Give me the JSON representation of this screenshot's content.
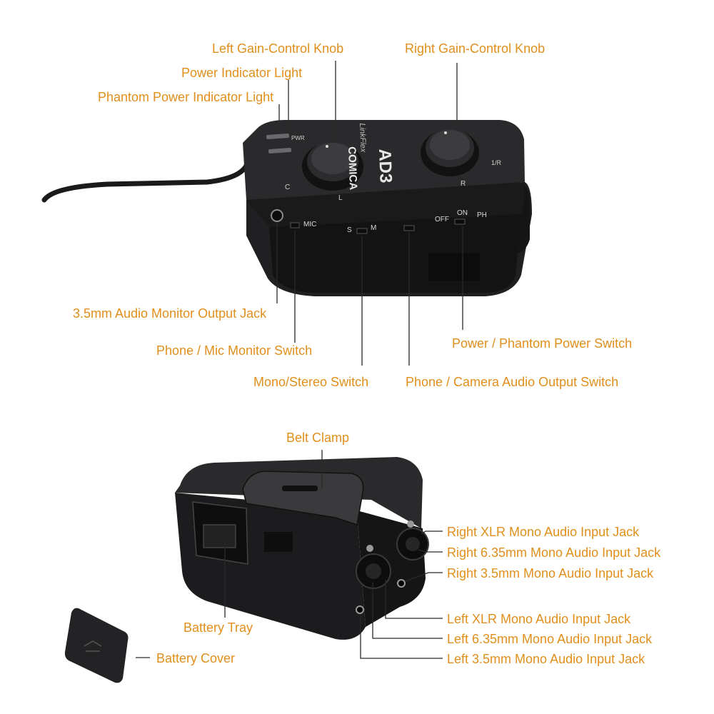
{
  "colors": {
    "label": "#e08f1c",
    "leader": "#2a2a2a",
    "device": "#1c1c1e",
    "device_edge": "#3a3a3c"
  },
  "device": {
    "brand": "COMICA",
    "model": "AD3",
    "series": "LinkFlex"
  },
  "controls": {
    "knob_left": "L",
    "knob_right": "R",
    "left_mark": "C",
    "right_mark": "1/R",
    "mic": "MIC",
    "s": "S",
    "m": "M",
    "off": "OFF",
    "on": "ON",
    "ph": "PH",
    "pwr": "PWR"
  },
  "top_labels": {
    "left_gain": "Left Gain-Control Knob",
    "right_gain": "Right Gain-Control Knob",
    "power_light": "Power Indicator Light",
    "phantom_light": "Phantom Power Indicator Light",
    "monitor_jack": "3.5mm Audio Monitor Output Jack",
    "phone_mic_switch": "Phone / Mic Monitor Switch",
    "mono_stereo": "Mono/Stereo Switch",
    "power_switch": "Power / Phantom Power Switch",
    "output_switch": "Phone / Camera Audio Output Switch"
  },
  "bottom_labels": {
    "belt_clamp": "Belt Clamp",
    "right_xlr": "Right XLR Mono Audio Input Jack",
    "right_635": "Right 6.35mm Mono Audio Input Jack",
    "right_35": "Right 3.5mm Mono Audio Input Jack",
    "left_xlr": "Left XLR Mono Audio Input Jack",
    "left_635": "Left 6.35mm Mono Audio Input Jack",
    "left_35": "Left 3.5mm Mono Audio Input Jack",
    "battery_tray": "Battery Tray",
    "battery_cover": "Battery Cover"
  }
}
